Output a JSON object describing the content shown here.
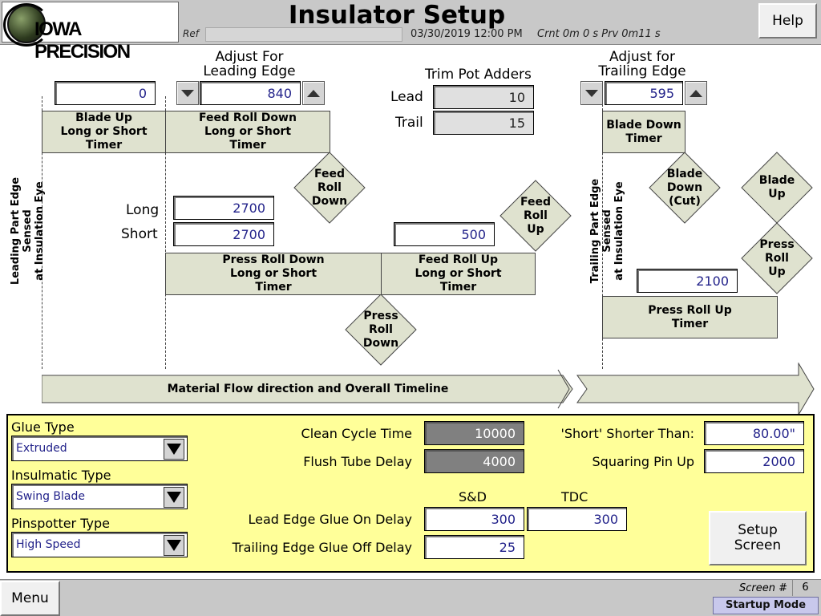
{
  "header": {
    "logo_text": "IOWA PRECISION",
    "title": "Insulator Setup",
    "ref_label": "Ref",
    "datetime": "03/30/2019 12:00 PM",
    "timing": "Crnt  0m  0 s  Prv  0m11 s",
    "help_label": "Help"
  },
  "diagram": {
    "blade_up_value": "0",
    "adjust_leading_label": "Adjust For\nLeading Edge",
    "adjust_leading_value": "840",
    "trim_pot_label": "Trim Pot Adders",
    "lead_label": "Lead",
    "lead_value": "10",
    "trail_label": "Trail",
    "trail_value": "15",
    "adjust_trailing_label": "Adjust for\nTrailing Edge",
    "adjust_trailing_value": "595",
    "blade_up_timer": "Blade Up\nLong or Short\nTimer",
    "feed_roll_down_timer": "Feed Roll Down\nLong or Short\nTimer",
    "blade_down_timer": "Blade Down\nTimer",
    "feed_roll_down_diamond": "Feed\nRoll\nDown",
    "blade_down_cut_diamond": "Blade\nDown\n(Cut)",
    "blade_up_diamond": "Blade\nUp",
    "feed_roll_up_diamond": "Feed\nRoll\nUp",
    "press_roll_up_diamond": "Press\nRoll\nUp",
    "press_roll_down_diamond": "Press\nRoll\nDown",
    "long_label": "Long",
    "long_value": "2700",
    "short_label": "Short",
    "short_value": "2700",
    "feed_roll_up_value": "500",
    "press_roll_up_value": "2100",
    "press_roll_down_timer": "Press Roll Down\nLong or Short\nTimer",
    "feed_roll_up_timer": "Feed Roll Up\nLong or Short\nTimer",
    "press_roll_up_timer": "Press Roll Up\nTimer",
    "leading_edge_vertical": "Leading Part Edge Sensed\nat Insulation Eye",
    "trailing_edge_vertical": "Trailing Part Edge Sensed\nat Insulation Eye",
    "timeline_label": "Material Flow direction and Overall Timeline"
  },
  "panel": {
    "glue_type_label": "Glue Type",
    "glue_type_value": "Extruded",
    "insulmatic_type_label": "Insulmatic Type",
    "insulmatic_type_value": "Swing Blade",
    "pinspotter_type_label": "Pinspotter Type",
    "pinspotter_type_value": "High Speed",
    "clean_cycle_label": "Clean Cycle Time",
    "clean_cycle_value": "10000",
    "flush_tube_label": "Flush Tube Delay",
    "flush_tube_value": "4000",
    "short_shorter_label": "'Short' Shorter Than:",
    "short_shorter_value": "80.00\"",
    "squaring_pin_label": "Squaring Pin Up",
    "squaring_pin_value": "2000",
    "sd_label": "S&D",
    "tdc_label": "TDC",
    "lead_glue_label": "Lead Edge Glue On Delay",
    "lead_glue_sd": "300",
    "lead_glue_tdc": "300",
    "trail_glue_label": "Trailing Edge Glue Off Delay",
    "trail_glue_sd": "25",
    "setup_screen_label": "Setup\nScreen"
  },
  "footer": {
    "menu_label": "Menu",
    "screen_label": "Screen #",
    "screen_number": "6",
    "mode": "Startup Mode"
  },
  "colors": {
    "timer_fill": "#dfe2cf",
    "panel_bg": "#ffff99",
    "value_text": "#22228a",
    "header_bg": "#c8c8c8"
  }
}
